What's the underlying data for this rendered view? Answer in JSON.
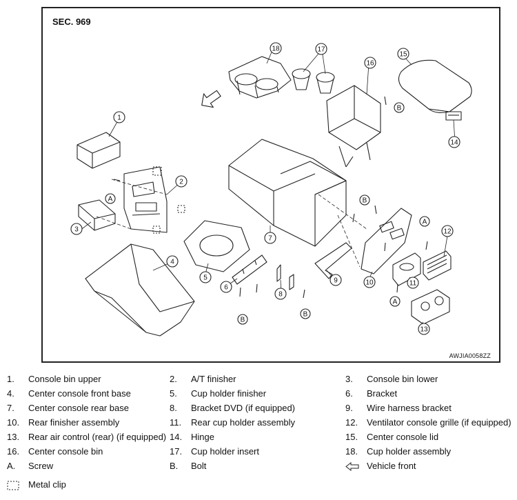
{
  "diagram": {
    "section": "SEC. 969",
    "code": "AWJIA0058ZZ",
    "callouts": [
      "1",
      "2",
      "3",
      "4",
      "5",
      "6",
      "7",
      "8",
      "9",
      "10",
      "11",
      "12",
      "13",
      "14",
      "15",
      "16",
      "17",
      "18"
    ],
    "letters": [
      "A",
      "B"
    ]
  },
  "legend": {
    "rows": [
      [
        {
          "num": "1.",
          "text": "Console bin upper"
        },
        {
          "num": "2.",
          "text": "A/T finisher"
        },
        {
          "num": "3.",
          "text": "Console bin lower"
        }
      ],
      [
        {
          "num": "4.",
          "text": "Center console front base"
        },
        {
          "num": "5.",
          "text": "Cup holder finisher"
        },
        {
          "num": "6.",
          "text": "Bracket"
        }
      ],
      [
        {
          "num": "7.",
          "text": "Center console rear base"
        },
        {
          "num": "8.",
          "text": "Bracket DVD (if equipped)"
        },
        {
          "num": "9.",
          "text": "Wire harness bracket"
        }
      ],
      [
        {
          "num": "10.",
          "text": "Rear finisher assembly"
        },
        {
          "num": "11.",
          "text": "Rear cup holder assembly"
        },
        {
          "num": "12.",
          "text": "Ventilator console grille (if equipped)"
        }
      ],
      [
        {
          "num": "13.",
          "text": "Rear air control (rear) (if equipped)"
        },
        {
          "num": "14.",
          "text": "Hinge"
        },
        {
          "num": "15.",
          "text": "Center console lid"
        }
      ],
      [
        {
          "num": "16.",
          "text": "Center console bin"
        },
        {
          "num": "17.",
          "text": "Cup holder insert"
        },
        {
          "num": "18.",
          "text": "Cup holder assembly"
        }
      ],
      [
        {
          "num": "A.",
          "text": "Screw"
        },
        {
          "num": "B.",
          "text": "Bolt"
        },
        {
          "num": "",
          "text": "Vehicle front"
        }
      ],
      [
        {
          "num": "",
          "text": "Metal clip"
        }
      ]
    ]
  }
}
